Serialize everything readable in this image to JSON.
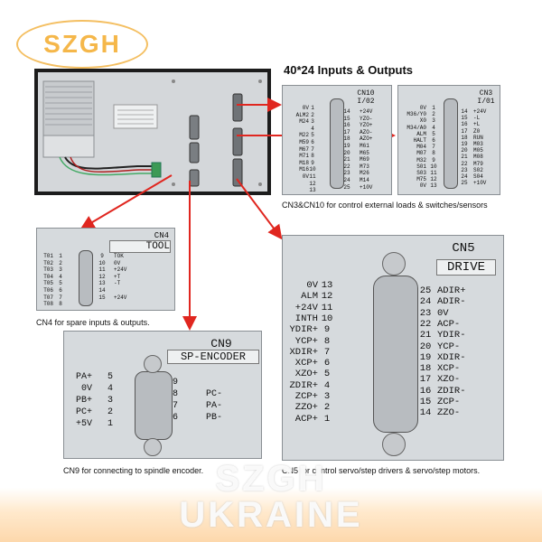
{
  "brand": {
    "logo": "SZGH",
    "watermark_top": "SZGH",
    "watermark_bottom": "UKRAINE"
  },
  "heading": "40*24 Inputs & Outputs",
  "captions": {
    "cn3_cn10": "CN3&CN10 for control external loads & switches/sensors",
    "cn4": "CN4 for spare inputs & outputs.",
    "cn9": "CN9 for connecting to spindle encoder.",
    "cn5": "CN5 for control servo/step drivers & servo/step motors."
  },
  "colors": {
    "arrow": "#e0261f",
    "logo": "#f5b74a",
    "panel": "#d6dadd"
  },
  "connectors": {
    "cn10": {
      "title": "CN10",
      "subtitle": "I/02",
      "left_labels": [
        "0V",
        "ALM2",
        "M24",
        "",
        "M22",
        "M59",
        "M67",
        "M71",
        "M18",
        "M16",
        "0V"
      ],
      "left_nums": [
        "1",
        "2",
        "3",
        "4",
        "5",
        "6",
        "7",
        "8",
        "9",
        "10",
        "11",
        "12",
        "13"
      ],
      "right_nums": [
        "14",
        "15",
        "16",
        "17",
        "18",
        "19",
        "20",
        "21",
        "22",
        "23",
        "24",
        "25"
      ],
      "right_labels": [
        "+24V",
        "YZO-",
        "YZO+",
        "AZO-",
        "AZO+",
        "M61",
        "M65",
        "M69",
        "M73",
        "M26",
        "M14",
        "+10V"
      ]
    },
    "cn3": {
      "title": "CN3",
      "subtitle": "I/01",
      "left_labels": [
        "0V",
        "M36/Y0",
        "X0",
        "M34/A0",
        "ALM",
        "HALT",
        "M04",
        "M07",
        "M32",
        "S01",
        "S03",
        "M75",
        "0V"
      ],
      "left_nums": [
        "1",
        "2",
        "3",
        "4",
        "5",
        "6",
        "7",
        "8",
        "9",
        "10",
        "11",
        "12",
        "13"
      ],
      "right_nums": [
        "14",
        "15",
        "16",
        "17",
        "18",
        "19",
        "20",
        "21",
        "22",
        "23",
        "24",
        "25"
      ],
      "right_labels": [
        "+24V",
        "-L",
        "+L",
        "Z0",
        "RUN",
        "M03",
        "M05",
        "M08",
        "M79",
        "S02",
        "S04",
        "+10V"
      ]
    },
    "cn4": {
      "title": "CN4",
      "subtitle": "TOOL",
      "left_labels": [
        "T01",
        "T02",
        "T03",
        "T04",
        "T05",
        "T06",
        "T07",
        "T08"
      ],
      "left_nums": [
        "1",
        "2",
        "3",
        "4",
        "5",
        "6",
        "7",
        "8"
      ],
      "right_nums": [
        "9",
        "10",
        "11",
        "12",
        "13",
        "14",
        "15"
      ],
      "right_labels": [
        "TOK",
        "0V",
        "+24V",
        "+T",
        "-T",
        "",
        "+24V"
      ]
    },
    "cn5": {
      "title": "CN5",
      "subtitle": "DRIVE",
      "left_labels": [
        "0V",
        "ALM",
        "+24V",
        "INTH",
        "YDIR+",
        "YCP+",
        "XDIR+",
        "XCP+",
        "XZO+",
        "ZDIR+",
        "ZCP+",
        "ZZO+",
        "ACP+"
      ],
      "left_nums": [
        "13",
        "12",
        "11",
        "10",
        "9",
        "8",
        "7",
        "6",
        "5",
        "4",
        "3",
        "2",
        "1"
      ],
      "right_nums": [
        "25",
        "24",
        "23",
        "22",
        "21",
        "20",
        "19",
        "18",
        "17",
        "16",
        "15",
        "14"
      ],
      "right_labels": [
        "ADIR+",
        "ADIR-",
        "0V",
        "ACP-",
        "YDIR-",
        "YCP-",
        "XDIR-",
        "XCP-",
        "XZO-",
        "ZDIR-",
        "ZCP-",
        "ZZO-"
      ]
    },
    "cn9": {
      "title": "CN9",
      "subtitle": "SP-ENCODER",
      "left_labels": [
        "PA+",
        "0V",
        "PB+",
        "PC+",
        "+5V"
      ],
      "left_nums": [
        "5",
        "4",
        "3",
        "2",
        "1"
      ],
      "right_nums": [
        "9",
        "8",
        "7",
        "6"
      ],
      "right_labels": [
        "",
        "PC-",
        "PA-",
        "PB-"
      ]
    }
  }
}
